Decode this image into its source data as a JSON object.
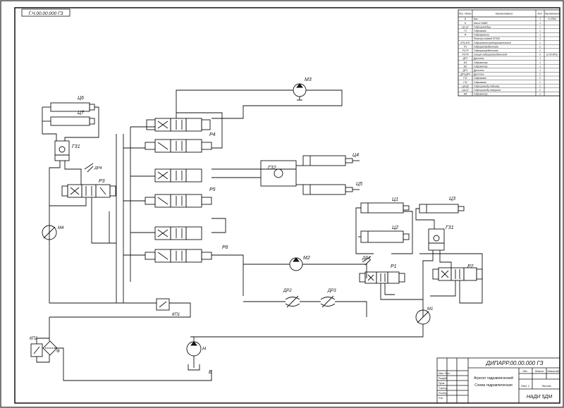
{
  "doc_code_rotated": "Г.Ч.00.00.000 ГЗ",
  "spec_table": {
    "headers": [
      "Поз. обозн.",
      "Наименование",
      "Кол.",
      "Примечание"
    ],
    "rows": [
      [
        "Б",
        "Бак",
        "1",
        "V=150л"
      ],
      [
        "Н",
        "Насос НШ50",
        "1",
        ""
      ],
      [
        "Ц1-Ц7",
        "Гидроцилиндры",
        "7",
        ""
      ],
      [
        "Г3",
        "Гидрозамок",
        "1",
        ""
      ],
      [
        "Ф",
        "Гидрофильтр",
        "1",
        ""
      ],
      [
        "",
        "Фильтр сливной ФГ100",
        "1",
        ""
      ],
      [
        "КП1,КП2",
        "Гидроклапан предохранительный",
        "2",
        ""
      ],
      [
        "Р1",
        "Гидрораспределитель",
        "1",
        ""
      ],
      [
        "Р2,Р3",
        "Гидрораспределитель",
        "2",
        ""
      ],
      [
        "Р4-Р6",
        "Секция гидрораспределителя",
        "3",
        "p=20 МПа"
      ],
      [
        "ДР1",
        "Дроссель",
        "1",
        ""
      ],
      [
        "М1",
        "Гидромотор",
        "1",
        ""
      ],
      [
        "М2",
        "Гидромотор",
        "1",
        ""
      ],
      [
        "ДР2",
        "Дроссель",
        "1",
        ""
      ],
      [
        "ДР3,ДР4",
        "Дроссель",
        "2",
        ""
      ],
      [
        "Г31",
        "Гидрозамок",
        "2",
        ""
      ],
      [
        "Г32",
        "Гидрозамок",
        "1",
        ""
      ],
      [
        "Ц4,Ц5",
        "Гидроцилиндр подъема",
        "2",
        ""
      ],
      [
        "Ц6,Ц7",
        "Гидроцилиндр поворота",
        "2",
        ""
      ],
      [
        "М4",
        "Гидромотор",
        "1",
        ""
      ]
    ]
  },
  "labels": {
    "c6": "Ц6",
    "c7": "Ц7",
    "c4": "Ц4",
    "c5": "Ц5",
    "c1": "Ц1",
    "c2": "Ц2",
    "c3": "Ц3",
    "g31_left": "Г31",
    "g31_right": "Г31",
    "g32": "Г32",
    "dr4": "ДР4",
    "dr1": "ДР1",
    "dr2": "ДР2",
    "dr3": "ДР3",
    "p3": "Р3",
    "p4": "Р4",
    "p5": "Р5",
    "p6": "Р6",
    "p1": "Р1",
    "p2": "Р2",
    "m4": "М4",
    "m3": "М3",
    "m2": "М2",
    "m1": "М1",
    "kp1": "КП1",
    "kp2": "КП2",
    "filter": "Ф",
    "pump": "Н",
    "tank": "Б"
  },
  "title_block": {
    "doc_number": "ДИПАРР.00.00.000 ГЗ",
    "title_line1": "Агрегат гидравлический",
    "title_line2": "Схема гидравлическая",
    "org": "НАДИ 5ДМ",
    "col_lit": "Лит.",
    "col_mass": "Масса",
    "col_scale": "Масштаб",
    "sheet": "Лист 1",
    "sheets": "Листов",
    "roles": [
      "Изм. Лист",
      "Разраб.",
      "Пров.",
      "Т.контр.",
      "Н.контр.",
      "Утв."
    ]
  }
}
